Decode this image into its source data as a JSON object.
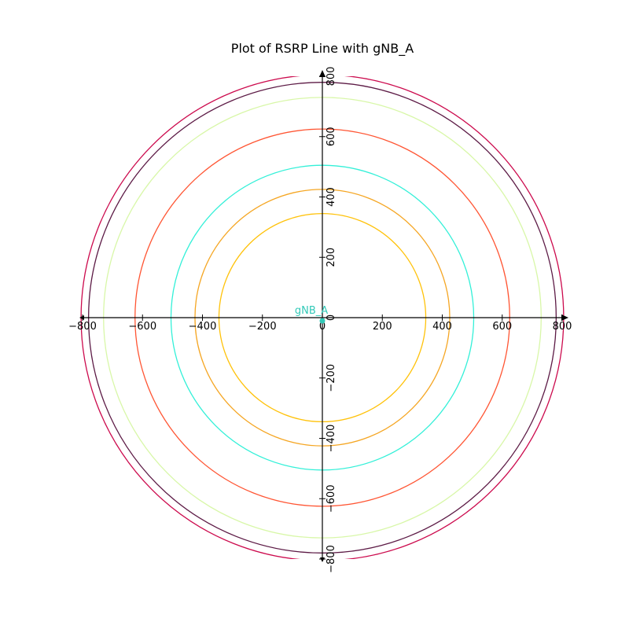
{
  "chart_data": {
    "type": "line",
    "title": "Plot of RSRP Line with gNB_A",
    "xlabel": "",
    "ylabel": "",
    "xlim": [
      -800,
      800
    ],
    "ylim": [
      -800,
      800
    ],
    "grid": false,
    "x_ticks": [
      "−800",
      "−600",
      "−400",
      "−200",
      "0",
      "200",
      "400",
      "600",
      "800"
    ],
    "x_tick_values": [
      -800,
      -600,
      -400,
      -200,
      0,
      200,
      400,
      600,
      800
    ],
    "y_ticks": [
      "−800",
      "−600",
      "−400",
      "−200",
      "0",
      "200",
      "400",
      "600",
      "800"
    ],
    "y_tick_values": [
      -800,
      -600,
      -400,
      -200,
      0,
      200,
      400,
      600,
      800
    ],
    "series": [
      {
        "radius": 345,
        "color": "#ffc20a"
      },
      {
        "radius": 425,
        "color": "#f5a623"
      },
      {
        "radius": 505,
        "color": "#33f0d8"
      },
      {
        "radius": 625,
        "color": "#ff5533"
      },
      {
        "radius": 730,
        "color": "#d8f7a8"
      },
      {
        "radius": 780,
        "color": "#5c1a45"
      },
      {
        "radius": 805,
        "color": "#cc0a4d"
      }
    ],
    "annotations": [
      {
        "text": "gNB_A",
        "x": 0,
        "y": 0,
        "color": "#33c9b8"
      }
    ]
  }
}
